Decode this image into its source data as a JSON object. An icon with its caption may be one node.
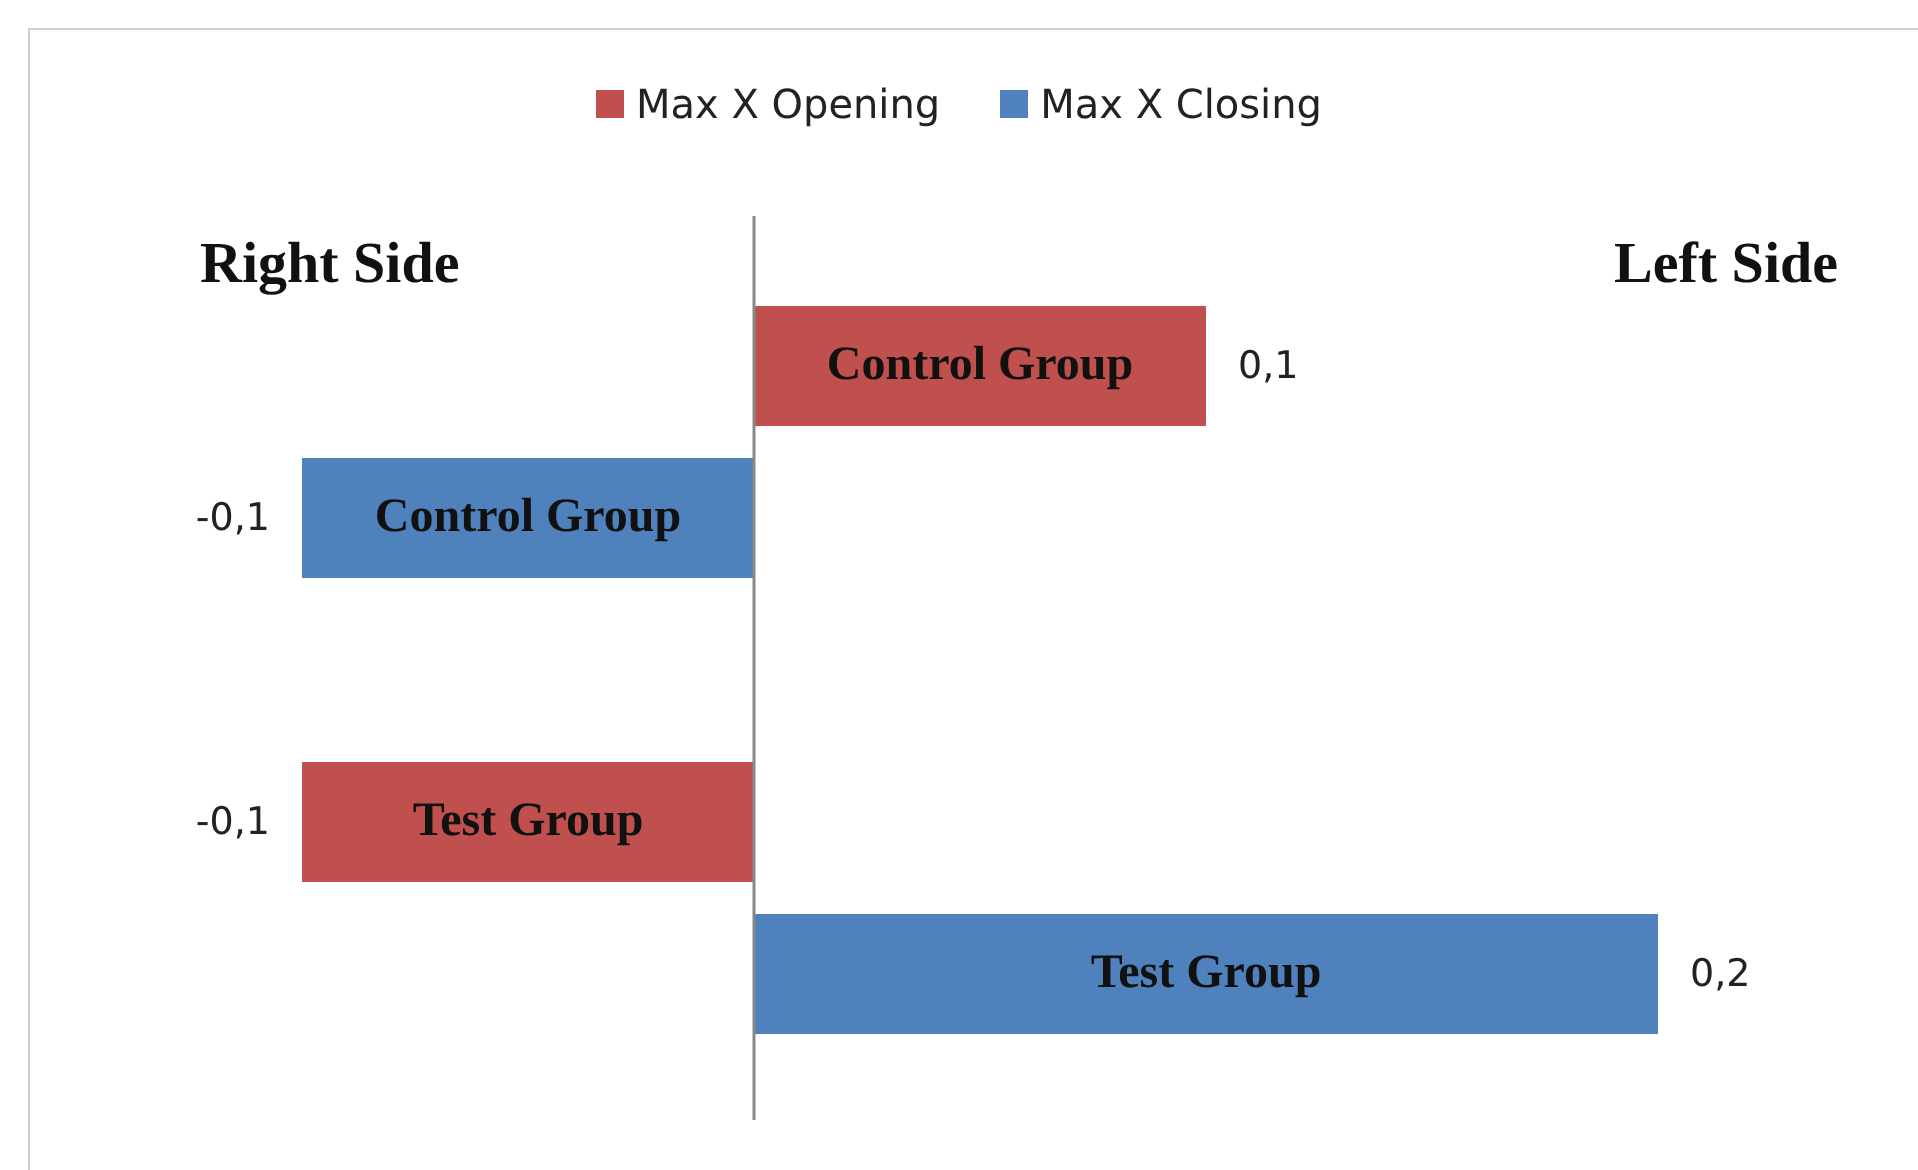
{
  "diagram": {
    "labels": [
      "Right Side",
      "Left Side"
    ],
    "chart_data": {
      "type": "bar",
      "orientation": "horizontal",
      "categories": [
        "Control Group",
        "Test Group"
      ],
      "series": [
        {
          "name": "Max X Opening",
          "color": "#c0504d",
          "values": [
            0.1,
            -0.1
          ],
          "value_labels": [
            "0,1",
            "-0,1"
          ]
        },
        {
          "name": "Max X Closing",
          "color": "#4f81bd",
          "values": [
            -0.1,
            0.2
          ],
          "value_labels": [
            "-0,1",
            "0,2"
          ]
        }
      ],
      "data_labels": true
    }
  }
}
